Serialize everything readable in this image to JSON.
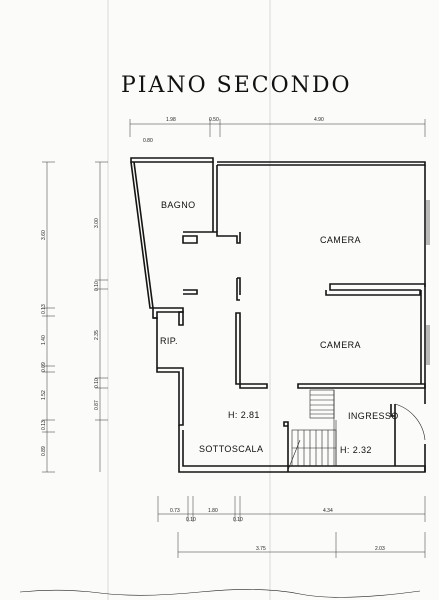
{
  "title": "PIANO SECONDO",
  "rooms": {
    "bagno": "BAGNO",
    "camera_top": "CAMERA",
    "camera_mid": "CAMERA",
    "rip": "RIP.",
    "ingresso": "INGRESSO",
    "sottoscala": "SOTTOSCALA",
    "height_left": "H: 2.81",
    "height_right": "H: 2.32"
  },
  "dimensions": {
    "top": [
      "1.98",
      "0.50",
      "4.90"
    ],
    "left_outer": [
      "3.60",
      "0.13",
      "1.40",
      "0.09",
      "1.52",
      "0.13",
      "0.89"
    ],
    "left_inner": [
      "3.00",
      "0.10",
      "2.35",
      "0.10",
      "0.87"
    ],
    "stair_mark": "0.80",
    "bottom_row1": [
      "0.73",
      "0.10",
      "1.80",
      "0.10",
      "4.34"
    ],
    "bottom_row2": [
      "3.75",
      "2.03"
    ]
  }
}
